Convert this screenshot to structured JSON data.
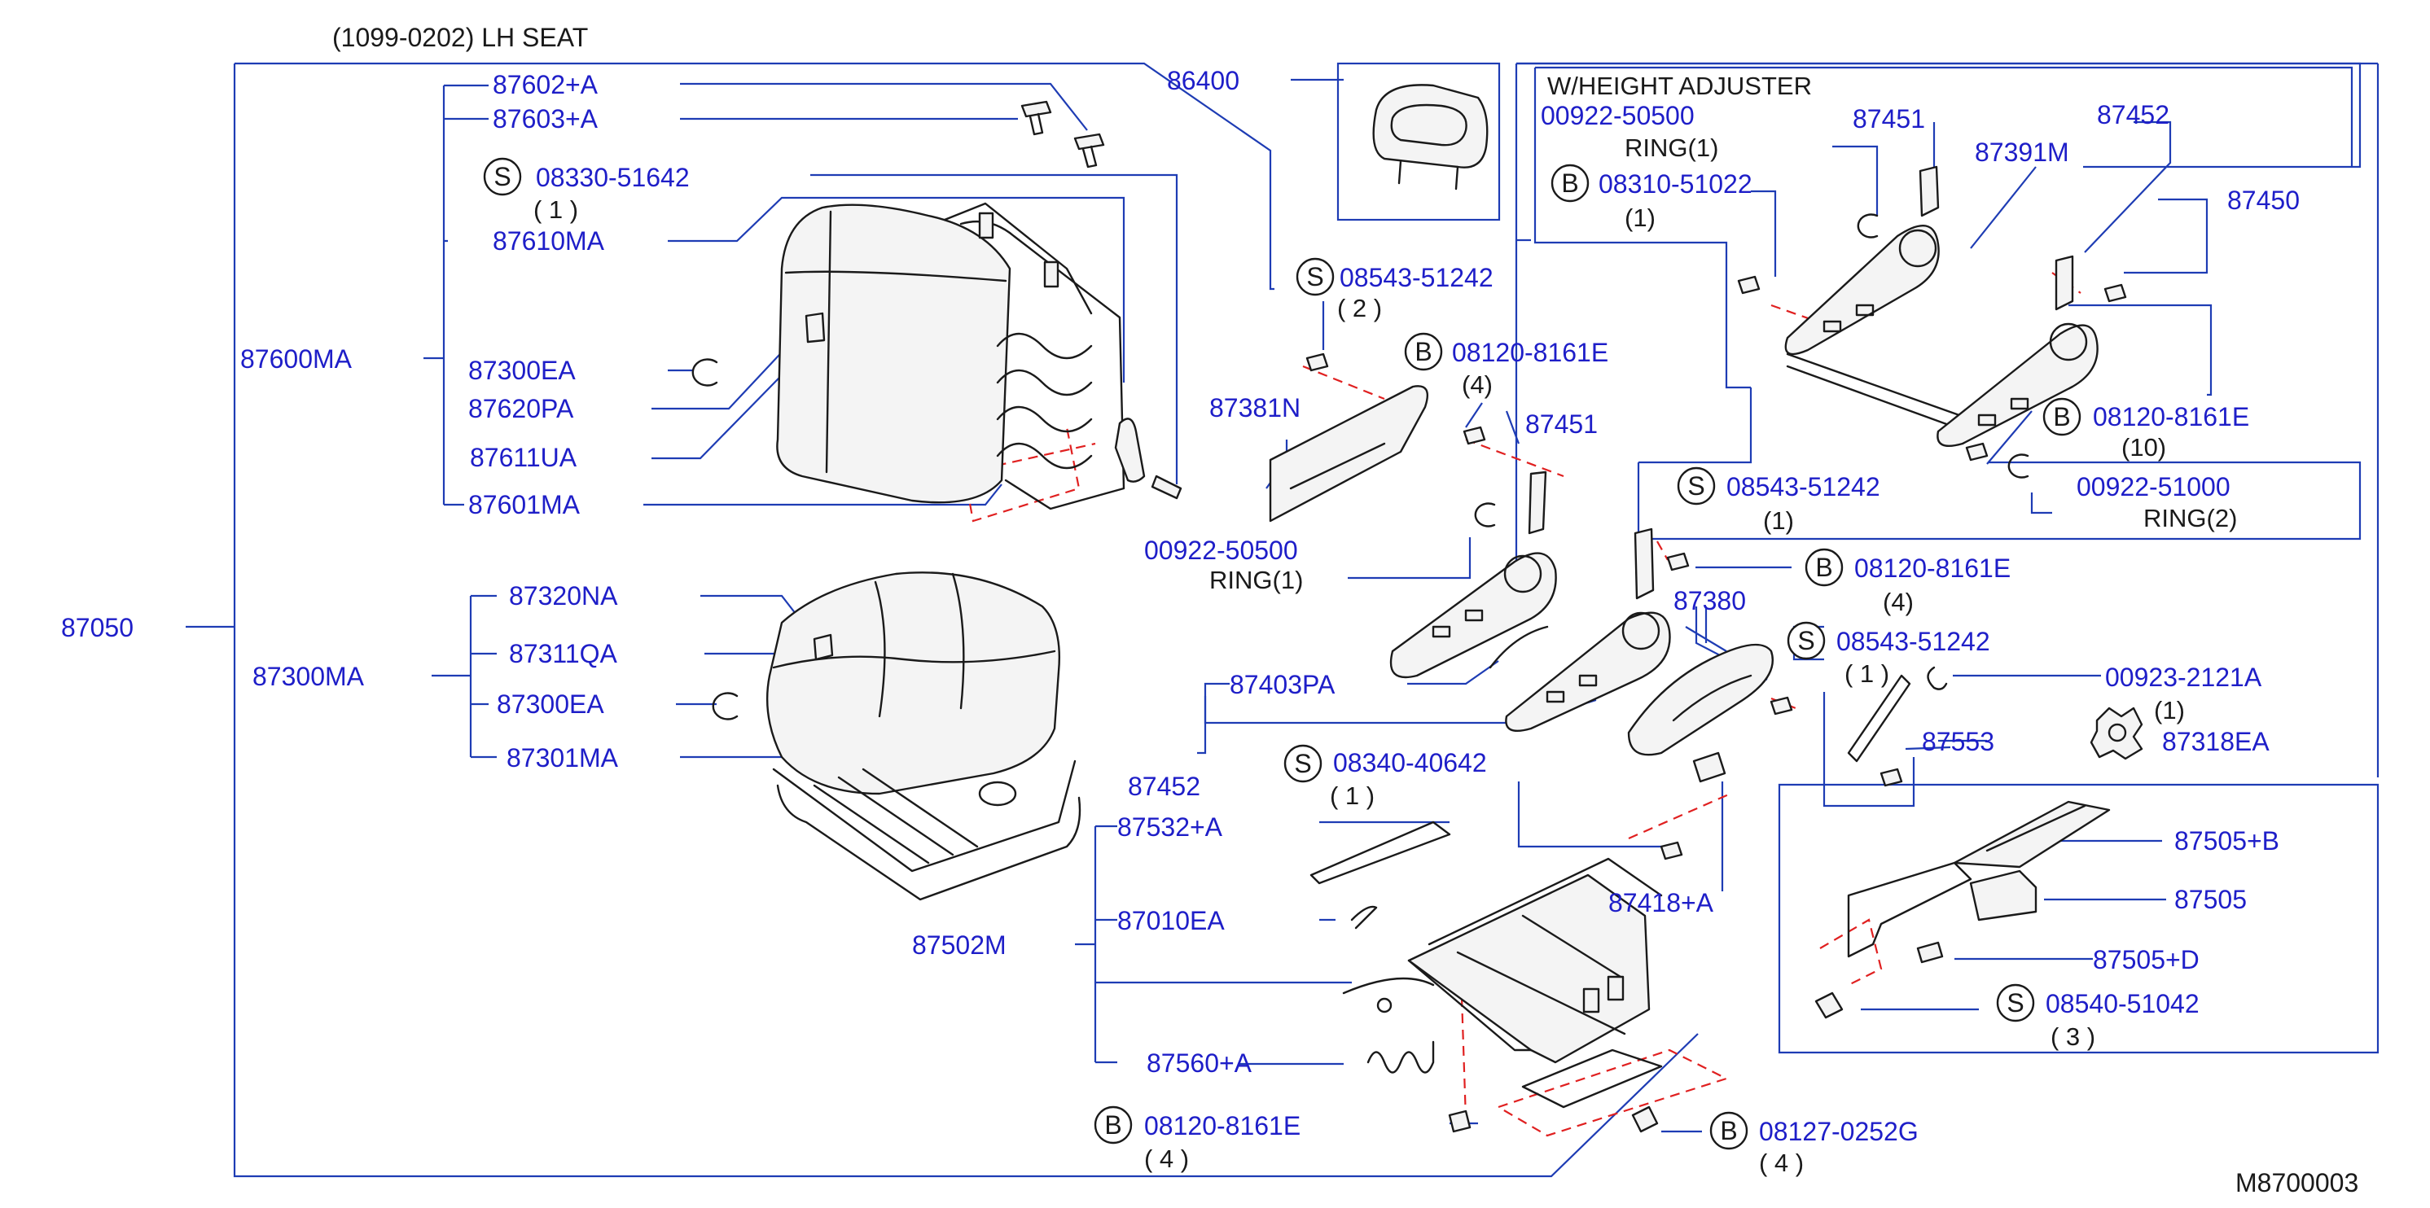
{
  "header": "(1099-0202)   LH   SEAT",
  "footer_code": "M8700003",
  "colors": {
    "callout": "#1e1ec8",
    "leader": "#1e3cb4",
    "ink": "#1a1a1a",
    "dash": "#e02020"
  },
  "labels": {
    "p87602A": "87602+A",
    "p87603A": "87603+A",
    "s08330": "08330-51642",
    "q1a": "( 1 )",
    "p87610MA": "87610MA",
    "p87600MA": "87600MA",
    "p87300EA_1": "87300EA",
    "p87620PA": "87620PA",
    "p87611UA": "87611UA",
    "p87601MA": "87601MA",
    "p87050": "87050",
    "p87320NA": "87320NA",
    "p87311QA": "87311QA",
    "p87300MA": "87300MA",
    "p87300EA_2": "87300EA",
    "p87301MA": "87301MA",
    "p86400": "86400",
    "s08543_a": "08543-51242",
    "q2": "( 2 )",
    "b08120_a": "08120-8161E",
    "q4a": "(4)",
    "p87381N": "87381N",
    "p87451_a": "87451",
    "p00922_50500_a": "00922-50500",
    "ring1a": "RING(1)",
    "wh": "W/HEIGHT   ADJUSTER",
    "p00922_50500_b": "00922-50500",
    "ring1b": "RING(1)",
    "p87451_b": "87451",
    "p87452_a": "87452",
    "p87391M": "87391M",
    "b08310": "08310-51022",
    "q1b": "(1)",
    "p87450": "87450",
    "b08120_b": "08120-8161E",
    "q10": "(10)",
    "s08543_b": "08543-51242",
    "q1c": "(1)",
    "p00922_51000": "00922-51000",
    "ring2": "RING(2)",
    "b08120_c": "08120-8161E",
    "q4b": "(4)",
    "p87380": "87380",
    "s08543_c": "08543-51242",
    "q1d": "( 1 )",
    "p87403PA": "87403PA",
    "p00923": "00923-2121A",
    "q1e": "(1)",
    "p87452_b": "87452",
    "p87553": "87553",
    "p87318EA": "87318EA",
    "s08340": "08340-40642",
    "q1f": "( 1 )",
    "p87532A": "87532+A",
    "p87010EA": "87010EA",
    "p87502M": "87502M",
    "p87560A": "87560+A",
    "p87418A": "87418+A",
    "p87505B": "87505+B",
    "p87505": "87505",
    "p87505D": "87505+D",
    "s08540": "08540-51042",
    "q3": "( 3 )",
    "b08120_d": "08120-8161E",
    "q4c": "( 4 )",
    "b08127": "08127-0252G",
    "q4d": "( 4 )"
  },
  "badges": {
    "S": "S",
    "B": "B"
  }
}
